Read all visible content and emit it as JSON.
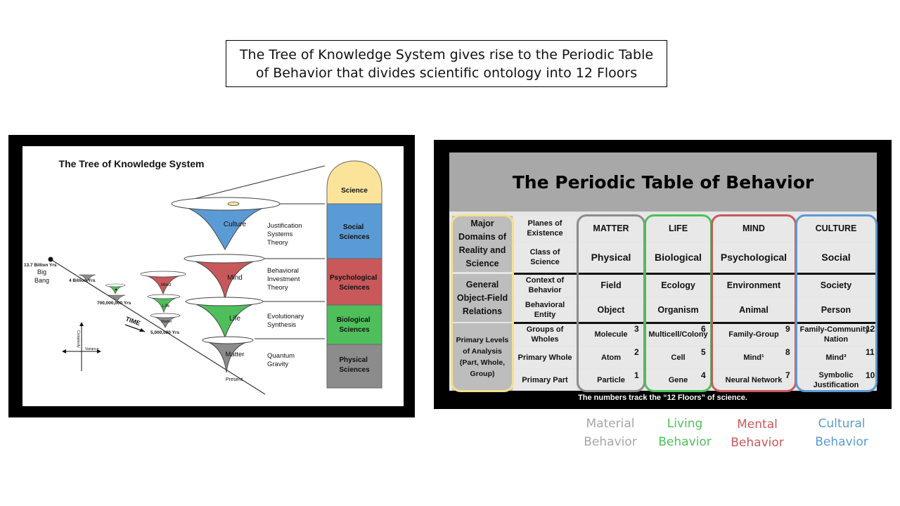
{
  "slide_title": {
    "line1": "The Tree of Knowledge System gives rise to the Periodic Table",
    "line2": "of Behavior that divides scientific ontology into 12 Floors"
  },
  "tks": {
    "title": "The Tree of Knowledge System",
    "cones": {
      "culture": "Culture",
      "mind": "Mind",
      "life": "Life",
      "matter": "Matter",
      "present": "Present",
      "small_mind": "Mind",
      "small_life": "Life",
      "small_matter": "Matter"
    },
    "theories": {
      "justification": [
        "Justification",
        "Systems",
        "Theory"
      ],
      "behavioral": [
        "Behavioral",
        "Investment",
        "Theory"
      ],
      "evolutionary": [
        "Evolutionary",
        "Synthesis"
      ],
      "quantum": [
        "Quantum",
        "Gravity"
      ]
    },
    "column": {
      "science": "Science",
      "social": [
        "Social",
        "Sciences"
      ],
      "psychological": [
        "Psychological",
        "Sciences"
      ],
      "biological": [
        "Biological",
        "Sciences"
      ],
      "physical": [
        "Physical",
        "Sciences"
      ]
    },
    "timeline": {
      "big_bang_time": "13.7 Billion Yrs",
      "big": "Big",
      "bang": "Bang",
      "t4b": "4 Billion Yrs",
      "t700m": "700,000,000 Yrs",
      "t5m": "5,000,000 Yrs",
      "time_word": "TIME",
      "complexity": "Complexity",
      "variance": "Variance"
    },
    "colors": {
      "culture": "#5b9bd5",
      "mind": "#c9585a",
      "life": "#4ebf5a",
      "matter": "#8c8c8c",
      "science": "#fbe49a"
    }
  },
  "ptable": {
    "title": "The Periodic Table of Behavior",
    "left_domain": {
      "major": [
        "Major",
        "Domains of",
        "Reality and",
        "Science"
      ],
      "general": [
        "General",
        "Object-Field",
        "Relations"
      ],
      "primary": [
        "Primary Levels",
        "of Analysis",
        "(Part, Whole,",
        "Group)"
      ]
    },
    "row_labels": [
      [
        "Planes of",
        "Existence"
      ],
      [
        "Class of",
        "Science"
      ],
      [
        "Context of",
        "Behavior"
      ],
      [
        "Behavioral",
        "Entity"
      ],
      [
        "Groups of",
        "Wholes"
      ],
      [
        "Primary Whole"
      ],
      [
        "Primary Part"
      ]
    ],
    "columns": [
      {
        "plane": "MATTER",
        "cls": "Physical",
        "context": "Field",
        "entity": "Object",
        "group": "Molecule",
        "whole": "Atom",
        "part": "Particle",
        "nums": [
          "3",
          "2",
          "1"
        ]
      },
      {
        "plane": "LIFE",
        "cls": "Biological",
        "context": "Ecology",
        "entity": "Organism",
        "group": "Multicell/Colony",
        "whole": "Cell",
        "part": "Gene",
        "nums": [
          "6",
          "5",
          "4"
        ]
      },
      {
        "plane": "MIND",
        "cls": "Psychological",
        "context": "Environment",
        "entity": "Animal",
        "group": "Family-Group",
        "whole": "Mind¹",
        "part": "Neural Network",
        "nums": [
          "9",
          "8",
          "7"
        ]
      },
      {
        "plane": "CULTURE",
        "cls": "Social",
        "context": "Society",
        "entity": "Person",
        "group": "Family-Community-\nNation",
        "whole": "Mind³",
        "part": "Symbolic\nJustification",
        "nums": [
          "12",
          "11",
          "10"
        ]
      }
    ],
    "footnote": "The numbers track the “12 Floors” of science.",
    "outline_colors": {
      "domain": "#f5e08c",
      "matter": "#8c8c8c",
      "life": "#4ebf5a",
      "mind": "#c9585a",
      "culture": "#5b9bd5"
    }
  },
  "behavior_labels": [
    {
      "line1": "Material",
      "line2": "Behavior",
      "color": "#a6a6a6"
    },
    {
      "line1": "Living",
      "line2": "Behavior",
      "color": "#4ebf5a"
    },
    {
      "line1": "Mental",
      "line2": "Behavior",
      "color": "#c9585a"
    },
    {
      "line1": "Cultural",
      "line2": "Behavior",
      "color": "#5b9bd5"
    }
  ]
}
